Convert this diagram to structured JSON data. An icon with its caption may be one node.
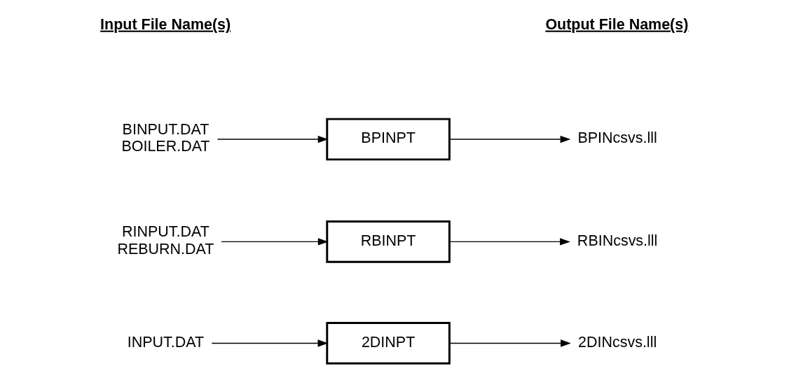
{
  "diagram": {
    "nodes": [
      {
        "text": [
          "INPUT.DAT"
        ]
      },
      {
        "text": [
          "2DINPT"
        ]
      },
      {
        "text": [
          "2DINcsvs.lll"
        ]
      },
      {
        "text": [
          "RINPUT.DAT",
          "REBURN.DAT"
        ]
      },
      {
        "text": [
          "RBINPT"
        ]
      },
      {
        "text": [
          "RBINcsvs.lll"
        ]
      },
      {
        "text": [
          "BINPUT.DAT",
          "BOILER.DAT"
        ]
      },
      {
        "text": [
          "BPINPT"
        ]
      },
      {
        "text": [
          "BPINcsvs.lll"
        ]
      }
    ],
    "edges": [
      {
        "from": 0,
        "to": 1,
        "arrow": "to"
      },
      {
        "from": 1,
        "to": 2,
        "arrow": "to"
      },
      {
        "from": 3,
        "to": 4,
        "arrow": "to"
      },
      {
        "from": 4,
        "to": 5,
        "arrow": "to"
      },
      {
        "from": 6,
        "to": 7,
        "arrow": "to"
      },
      {
        "from": 7,
        "to": 8,
        "arrow": "to"
      }
    ],
    "labels": [
      "Input File Name(s)",
      "Output File Name(s)"
    ]
  }
}
